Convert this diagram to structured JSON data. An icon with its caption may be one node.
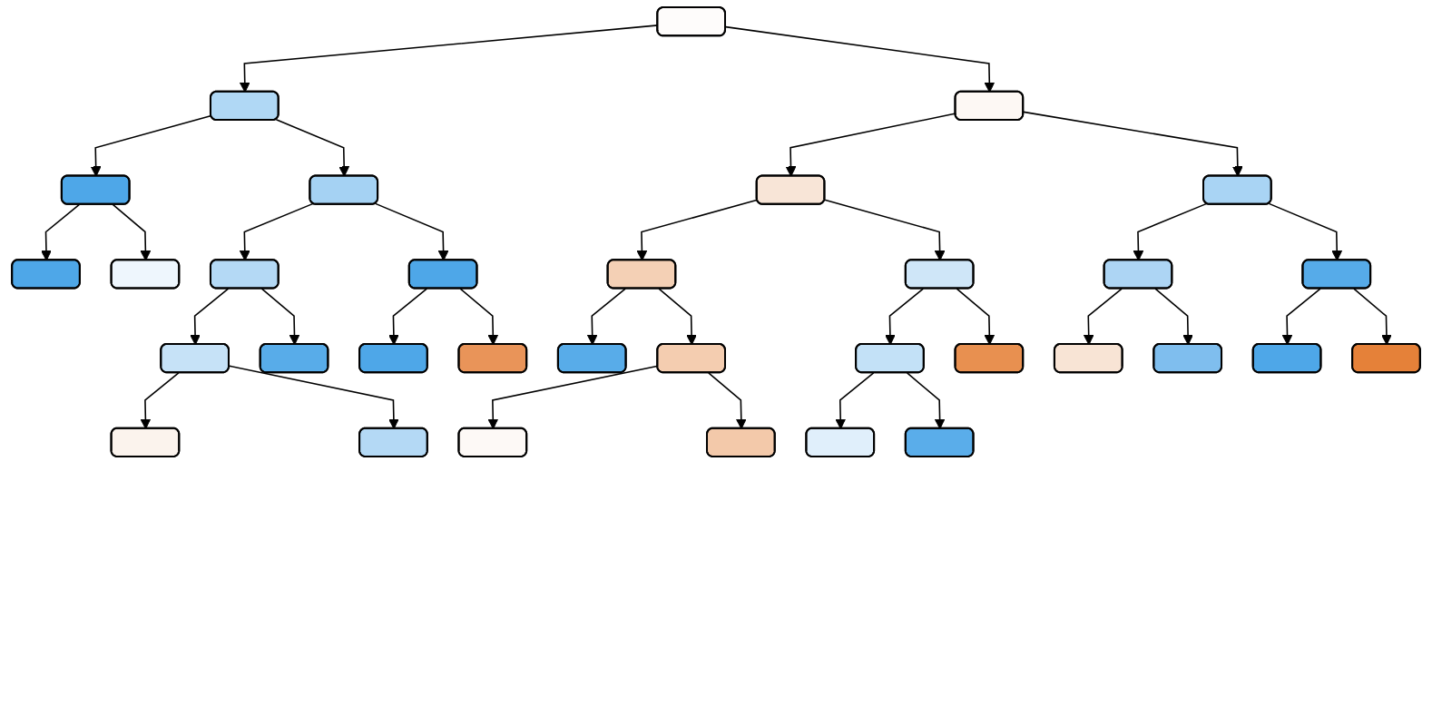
{
  "diagram": {
    "nodes": [
      {
        "text": [],
        "shape": "box"
      },
      {
        "text": [],
        "shape": "box"
      },
      {
        "text": [],
        "shape": "box"
      },
      {
        "text": [],
        "shape": "box"
      },
      {
        "text": [],
        "shape": "box"
      },
      {
        "text": [],
        "shape": "box"
      },
      {
        "text": [],
        "shape": "box"
      },
      {
        "text": [],
        "shape": "box"
      },
      {
        "text": [],
        "shape": "box"
      },
      {
        "text": [],
        "shape": "box"
      },
      {
        "text": [],
        "shape": "box"
      },
      {
        "text": [],
        "shape": "box"
      },
      {
        "text": [],
        "shape": "box"
      },
      {
        "text": [],
        "shape": "box"
      },
      {
        "text": [],
        "shape": "box"
      },
      {
        "text": [],
        "shape": "box"
      },
      {
        "text": [],
        "shape": "box"
      },
      {
        "text": [],
        "shape": "box"
      },
      {
        "text": [],
        "shape": "box"
      },
      {
        "text": [],
        "shape": "box"
      },
      {
        "text": [],
        "shape": "box"
      },
      {
        "text": [],
        "shape": "box"
      },
      {
        "text": [],
        "shape": "box"
      },
      {
        "text": [],
        "shape": "box"
      },
      {
        "text": [],
        "shape": "box"
      },
      {
        "text": [],
        "shape": "box"
      },
      {
        "text": [],
        "shape": "box"
      },
      {
        "text": [],
        "shape": "box"
      },
      {
        "text": [],
        "shape": "box"
      },
      {
        "text": [],
        "shape": "box"
      },
      {
        "text": [],
        "shape": "box"
      },
      {
        "text": [],
        "shape": "box"
      },
      {
        "text": [],
        "shape": "box"
      }
    ],
    "edges": [
      {
        "from": 0,
        "to": 1,
        "arrow": "to"
      },
      {
        "from": 0,
        "to": 2,
        "arrow": "to"
      },
      {
        "from": 1,
        "to": 3,
        "arrow": "to"
      },
      {
        "from": 1,
        "to": 4,
        "arrow": "to"
      },
      {
        "from": 2,
        "to": 5,
        "arrow": "to"
      },
      {
        "from": 2,
        "to": 6,
        "arrow": "to"
      },
      {
        "from": 3,
        "to": 7,
        "arrow": "to"
      },
      {
        "from": 3,
        "to": 8,
        "arrow": "to"
      },
      {
        "from": 4,
        "to": 9,
        "arrow": "to"
      },
      {
        "from": 4,
        "to": 10,
        "arrow": "to"
      },
      {
        "from": 5,
        "to": 11,
        "arrow": "to"
      },
      {
        "from": 5,
        "to": 12,
        "arrow": "to"
      },
      {
        "from": 6,
        "to": 13,
        "arrow": "to"
      },
      {
        "from": 6,
        "to": 14,
        "arrow": "to"
      },
      {
        "from": 9,
        "to": 15,
        "arrow": "to"
      },
      {
        "from": 9,
        "to": 16,
        "arrow": "to"
      },
      {
        "from": 10,
        "to": 17,
        "arrow": "to"
      },
      {
        "from": 10,
        "to": 18,
        "arrow": "to"
      },
      {
        "from": 11,
        "to": 19,
        "arrow": "to"
      },
      {
        "from": 11,
        "to": 20,
        "arrow": "to"
      },
      {
        "from": 12,
        "to": 21,
        "arrow": "to"
      },
      {
        "from": 12,
        "to": 22,
        "arrow": "to"
      },
      {
        "from": 13,
        "to": 23,
        "arrow": "to"
      },
      {
        "from": 13,
        "to": 24,
        "arrow": "to"
      },
      {
        "from": 14,
        "to": 25,
        "arrow": "to"
      },
      {
        "from": 14,
        "to": 26,
        "arrow": "to"
      },
      {
        "from": 15,
        "to": 27,
        "arrow": "to"
      },
      {
        "from": 15,
        "to": 28,
        "arrow": "to"
      },
      {
        "from": 20,
        "to": 29,
        "arrow": "to"
      },
      {
        "from": 20,
        "to": 30,
        "arrow": "to"
      },
      {
        "from": 21,
        "to": 31,
        "arrow": "to"
      },
      {
        "from": 21,
        "to": 32,
        "arrow": "to"
      }
    ]
  }
}
